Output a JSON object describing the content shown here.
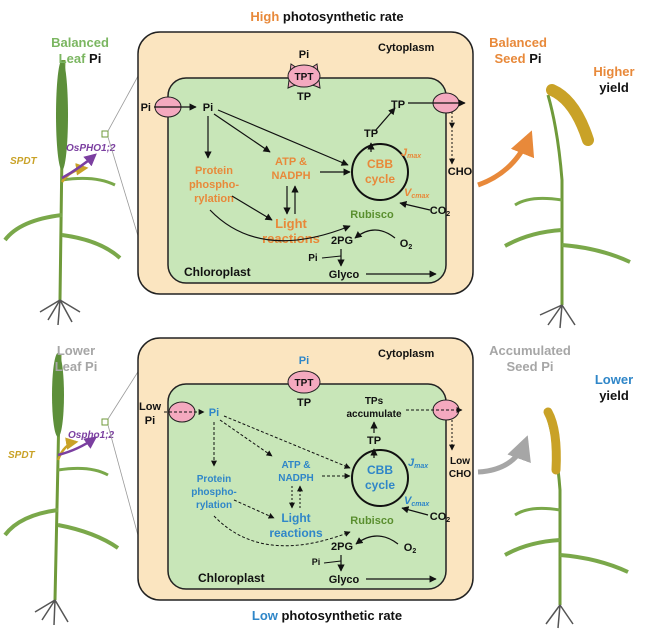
{
  "top": {
    "title_strong": "High",
    "title_rest": " photosynthetic rate",
    "left_label_line1": "Balanced",
    "left_label_line2a": "Leaf",
    "left_label_line2b": " Pi",
    "gene_sptd": "SPDT",
    "gene_pho": "OsPHO1;2",
    "right_label_line1": "Balanced",
    "right_label_line2a": "Seed",
    "right_label_line2b": " Pi",
    "yield_line1": "Higher",
    "yield_line2": "yield",
    "cytoplasm": "Cytoplasm",
    "chloroplast": "Chloroplast",
    "tpt_pi": "Pi",
    "tpt": "TPT",
    "tpt_tp": "TP",
    "pi_outside": "Pi",
    "pi_inside": "Pi",
    "protein_1": "Protein",
    "protein_2": "phospho-",
    "protein_3": "rylation",
    "atp_1": "ATP &",
    "atp_2": "NADPH",
    "light_1": "Light",
    "light_2": "reactions",
    "cbb_1": "CBB",
    "cbb_2": "cycle",
    "jmax": "J",
    "jmax_sub": "max",
    "vcmax": "V",
    "vcmax_sub": "cmax",
    "tp_inner": "TP",
    "tp_right": "TP",
    "cho": "CHO",
    "co2": "CO",
    "co2_sub": "2",
    "rubisco": "Rubisco",
    "o2": "O",
    "o2_sub": "2",
    "pg2": "2PG",
    "pi_small": "Pi",
    "glyco": "Glyco"
  },
  "bottom": {
    "title_strong": "Low",
    "title_rest": " photosynthetic rate",
    "left_label_line1": "Lower",
    "left_label_line2": "Leaf Pi",
    "gene_sptd": "SPDT",
    "gene_pho": "Ospho1;2",
    "right_label_line1": "Accumulated",
    "right_label_line2": "Seed Pi",
    "yield_line1": "Lower",
    "yield_line2": "yield",
    "cytoplasm": "Cytoplasm",
    "chloroplast": "Chloroplast",
    "tpt_pi": "Pi",
    "tpt": "TPT",
    "tpt_tp": "TP",
    "low_pi_1": "Low",
    "low_pi_2": "Pi",
    "pi_inside": "Pi",
    "tps_1": "TPs",
    "tps_2": "accumulate",
    "tp_inner": "TP",
    "low_cho_1": "Low",
    "low_cho_2": "CHO",
    "protein_1": "Protein",
    "protein_2": "phospho-",
    "protein_3": "rylation",
    "atp_1": "ATP &",
    "atp_2": "NADPH",
    "light_1": "Light",
    "light_2": "reactions",
    "cbb_1": "CBB",
    "cbb_2": "cycle",
    "jmax": "J",
    "jmax_sub": "max",
    "vcmax": "V",
    "vcmax_sub": "cmax",
    "co2": "CO",
    "co2_sub": "2",
    "rubisco": "Rubisco",
    "o2": "O",
    "o2_sub": "2",
    "pg2": "2PG",
    "pi_small": "Pi",
    "glyco": "Glyco"
  },
  "colors": {
    "orange": "#e8893a",
    "green_label": "#7bb661",
    "blue": "#2f86c8",
    "gray_label": "#a6a6a6",
    "purple": "#7b3fa0",
    "gold": "#c9a227",
    "cytoplasm_fill": "#fbe5c0",
    "chloroplast_fill": "#c8e6b8",
    "transporter_fill": "#f4a9bf",
    "rubisco_green": "#5a8f2f"
  }
}
